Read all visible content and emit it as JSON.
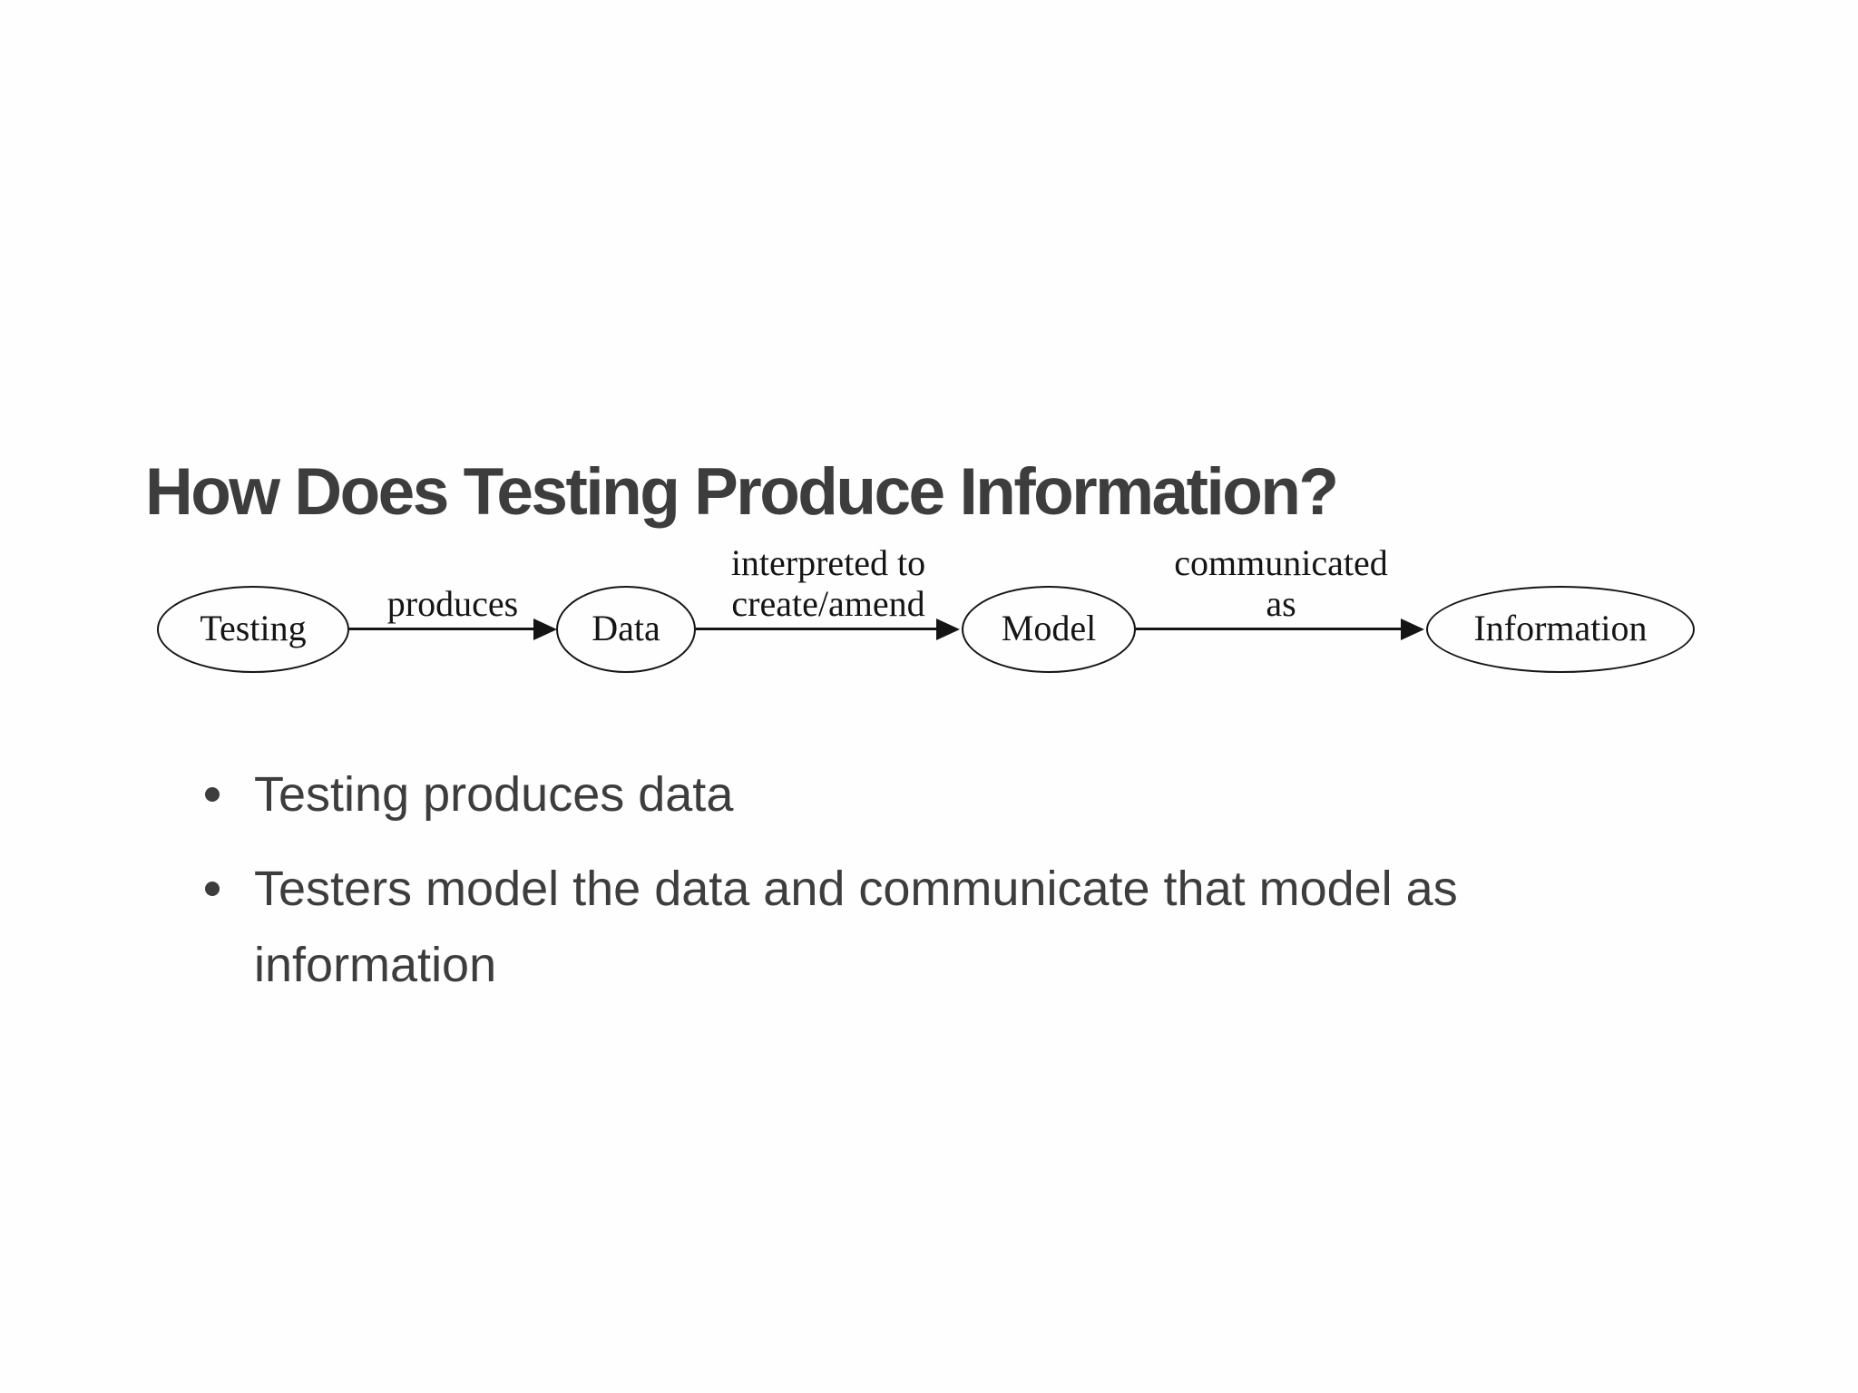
{
  "slide": {
    "title": "How Does Testing Produce Information?",
    "bullets": [
      "Testing produces data",
      "Testers model the data and communicate that model as information"
    ]
  },
  "diagram": {
    "type": "flow",
    "direction": "left-to-right",
    "nodes": [
      {
        "id": "testing",
        "label": "Testing"
      },
      {
        "id": "data",
        "label": "Data"
      },
      {
        "id": "model",
        "label": "Model"
      },
      {
        "id": "information",
        "label": "Information"
      }
    ],
    "edges": [
      {
        "from": "Testing",
        "to": "Data",
        "label_lines": [
          "produces"
        ]
      },
      {
        "from": "Data",
        "to": "Model",
        "label_lines": [
          "interpreted to",
          "create/amend"
        ]
      },
      {
        "from": "Model",
        "to": "Information",
        "label_lines": [
          "communicated",
          "as"
        ]
      }
    ]
  },
  "colors": {
    "background": "#fefefe",
    "heading_text": "#3d3d3d",
    "body_text": "#3d3d3d",
    "diagram_ink": "#151515"
  }
}
